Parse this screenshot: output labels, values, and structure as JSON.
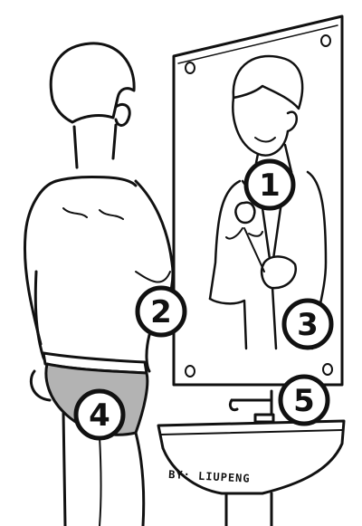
{
  "illustration": {
    "markers": [
      {
        "number": "1"
      },
      {
        "number": "2"
      },
      {
        "number": "3"
      },
      {
        "number": "4"
      },
      {
        "number": "5"
      }
    ],
    "signature": "BY: LIUPENG"
  }
}
